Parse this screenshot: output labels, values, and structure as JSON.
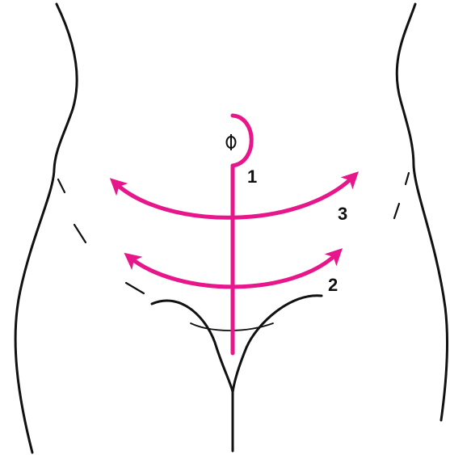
{
  "diagram": {
    "accent_color": "#e8168b",
    "outline_color": "#111111",
    "labels": {
      "incision_1": "1",
      "incision_2": "2",
      "incision_3": "3"
    },
    "icons": {
      "umbilicus": "umbilicus-icon"
    }
  }
}
